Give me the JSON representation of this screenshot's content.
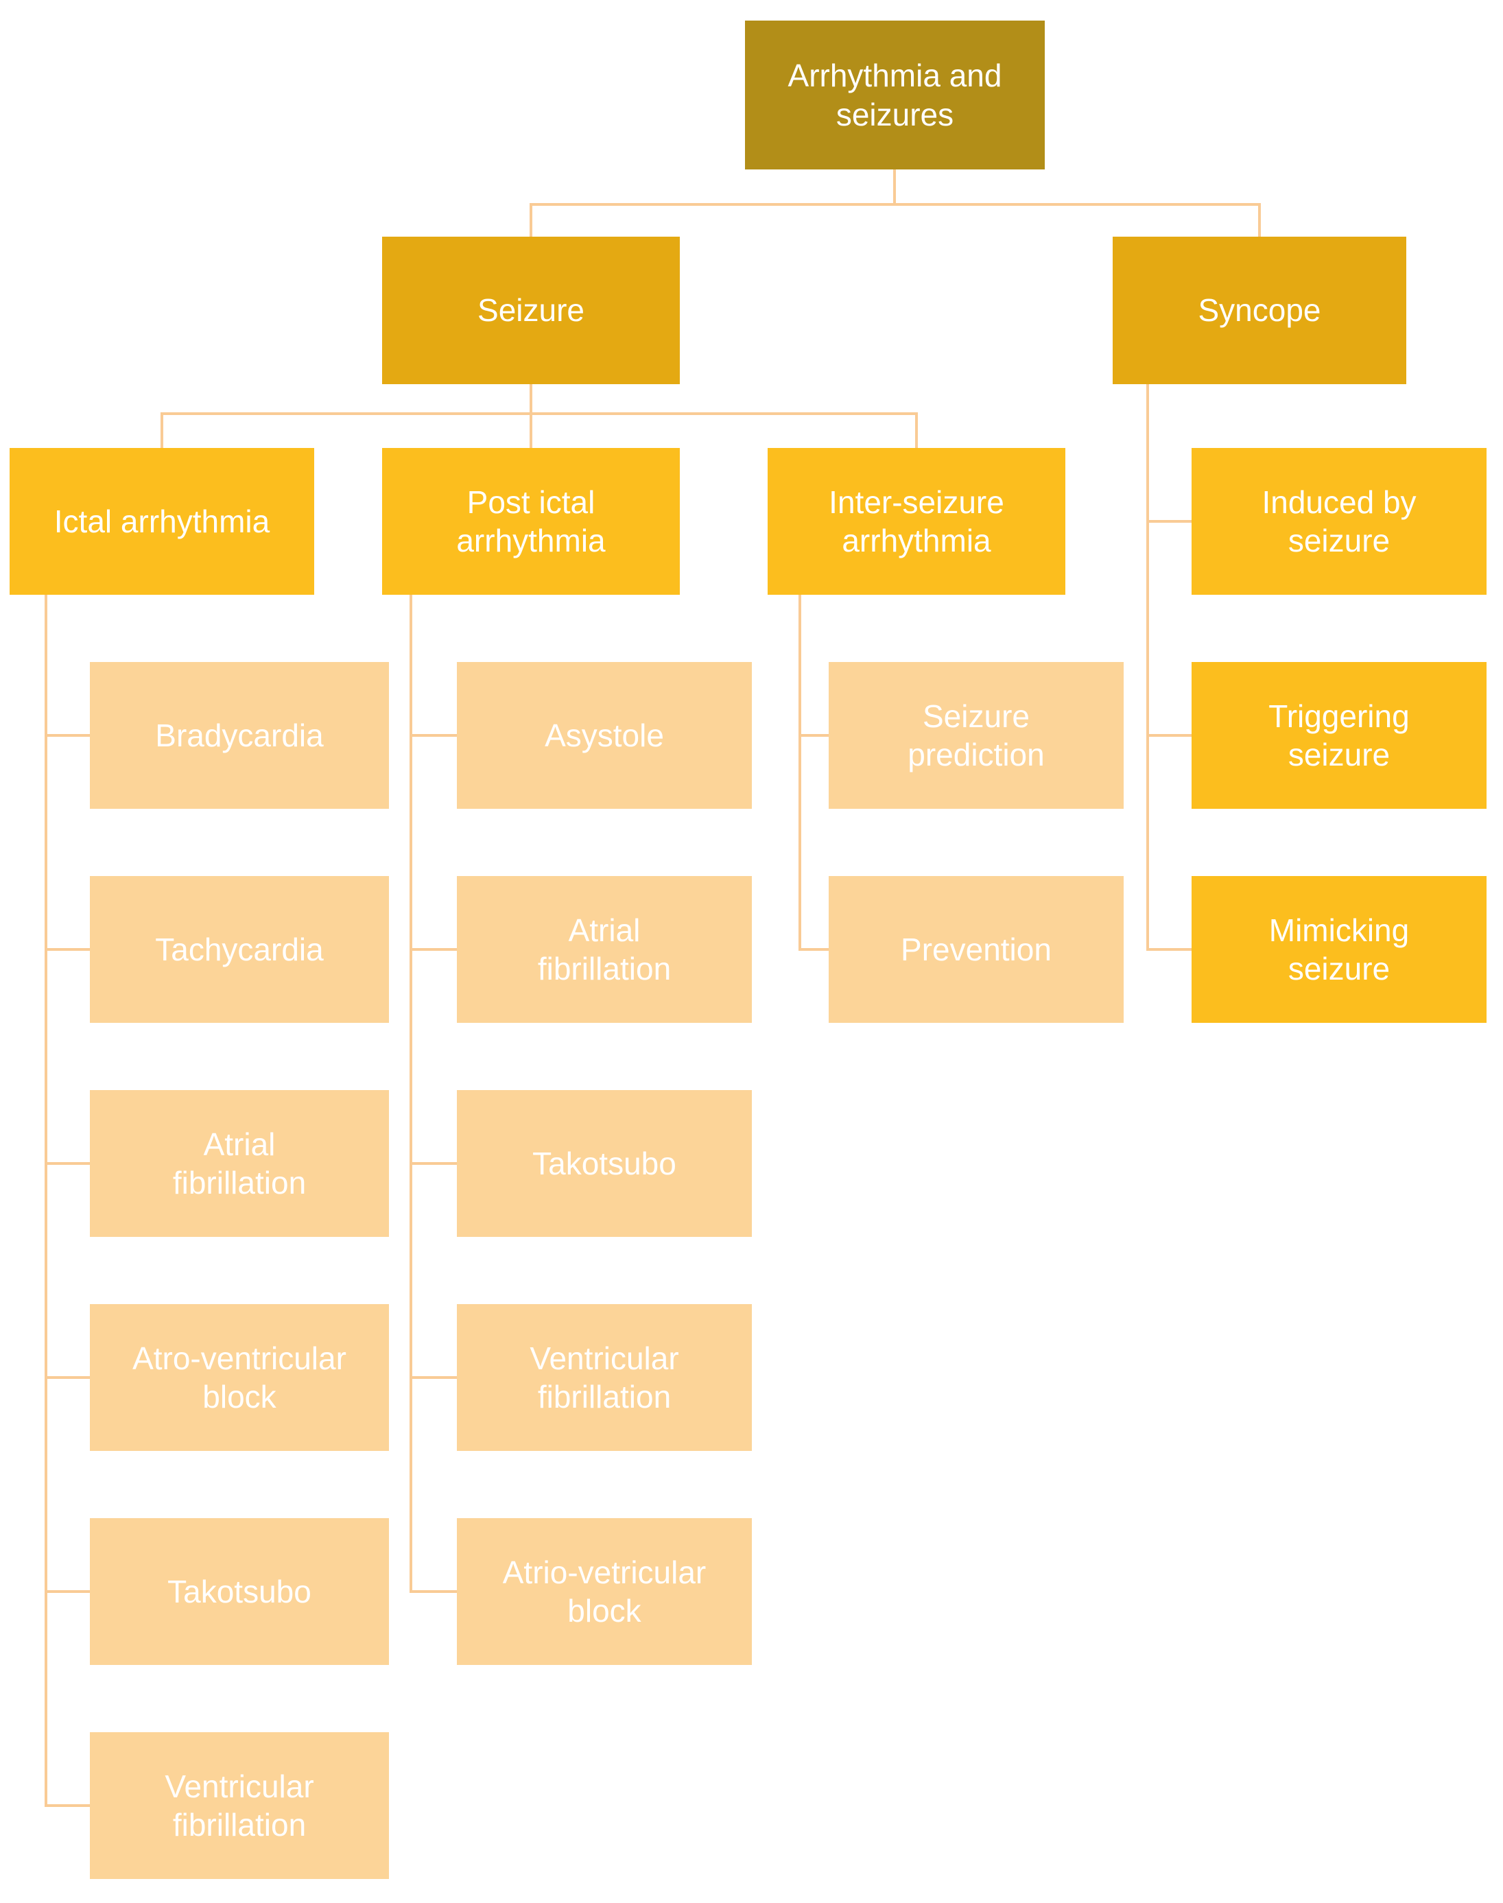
{
  "diagram": {
    "background": "#FFFFFF",
    "connector_color": "#F9CB95",
    "text_color": "#FFFFFF",
    "levels": {
      "root_fill": "#B28E18",
      "branch_fill": "#E4A912",
      "group_fill": "#FCBE1E",
      "leaf_fill": "#FCD498"
    },
    "nodes": {
      "root": {
        "label": "Arrhythmia and\nseizures"
      },
      "seizure": {
        "label": "Seizure"
      },
      "syncope": {
        "label": "Syncope"
      },
      "ictal": {
        "label": "Ictal arrhythmia"
      },
      "postictal": {
        "label": "Post ictal\narrhythmia"
      },
      "interseizure": {
        "label": "Inter-seizure\narrhythmia"
      },
      "c1r1": {
        "label": "Bradycardia"
      },
      "c1r2": {
        "label": "Tachycardia"
      },
      "c1r3": {
        "label": "Atrial\nfibrillation"
      },
      "c1r4": {
        "label": "Atro-ventricular\nblock"
      },
      "c1r5": {
        "label": "Takotsubo"
      },
      "c1r6": {
        "label": "Ventricular\nfibrillation"
      },
      "c2r1": {
        "label": "Asystole"
      },
      "c2r2": {
        "label": "Atrial\nfibrillation"
      },
      "c2r3": {
        "label": "Takotsubo"
      },
      "c2r4": {
        "label": "Ventricular\nfibrillation"
      },
      "c2r5": {
        "label": "Atrio-vetricular\nblock"
      },
      "c3r1": {
        "label": "Seizure\nprediction"
      },
      "c3r2": {
        "label": "Prevention"
      },
      "c4r0": {
        "label": "Induced by\nseizure"
      },
      "c4r1": {
        "label": "Triggering\nseizure"
      },
      "c4r2": {
        "label": "Mimicking\nseizure"
      }
    }
  }
}
